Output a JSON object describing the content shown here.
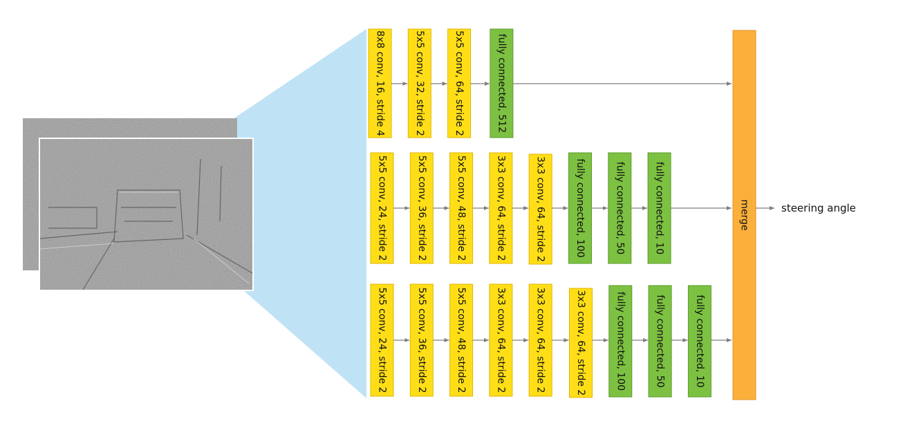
{
  "colors": {
    "conv": "#FFDE17",
    "conv_border": "#E0B400",
    "fc": "#7DC142",
    "fc_border": "#5A9A2A",
    "merge": "#FBB03B",
    "merge_border": "#E0902A",
    "frustum": "#BFE3F5",
    "arrow": "#7F7F7F"
  },
  "branches": [
    {
      "layers": [
        {
          "label": "8x8 conv, 16, stride 4",
          "kind": "conv"
        },
        {
          "label": "5x5 conv, 32, stride 2",
          "kind": "conv"
        },
        {
          "label": "5x5 conv, 64, stride 2",
          "kind": "conv"
        },
        {
          "label": "fully connected, 512",
          "kind": "fc"
        }
      ]
    },
    {
      "layers": [
        {
          "label": "5x5 conv, 24, stride 2",
          "kind": "conv"
        },
        {
          "label": "5x5 conv, 36, stride 2",
          "kind": "conv"
        },
        {
          "label": "5x5 conv, 48, stride 2",
          "kind": "conv"
        },
        {
          "label": "3x3 conv, 64, stride 2",
          "kind": "conv"
        },
        {
          "label": "3x3 conv, 64, stride 2",
          "kind": "conv"
        },
        {
          "label": "fully connected, 100",
          "kind": "fc"
        },
        {
          "label": "fully connected, 50",
          "kind": "fc"
        },
        {
          "label": "fully connected, 10",
          "kind": "fc"
        }
      ]
    },
    {
      "layers": [
        {
          "label": "5x5 conv, 24, stride 2",
          "kind": "conv"
        },
        {
          "label": "5x5 conv, 36, stride 2",
          "kind": "conv"
        },
        {
          "label": "5x5 conv, 48, stride 2",
          "kind": "conv"
        },
        {
          "label": "3x3 conv, 64, stride 2",
          "kind": "conv"
        },
        {
          "label": "3x3 conv, 64, stride 2",
          "kind": "conv"
        },
        {
          "label": "3x3 conv, 64, stride 2",
          "kind": "conv"
        },
        {
          "label": "fully connected, 100",
          "kind": "fc"
        },
        {
          "label": "fully connected, 50",
          "kind": "fc"
        },
        {
          "label": "fully connected, 10",
          "kind": "fc"
        }
      ]
    }
  ],
  "merge": {
    "label": "merge"
  },
  "output": {
    "label": "steering angle"
  }
}
